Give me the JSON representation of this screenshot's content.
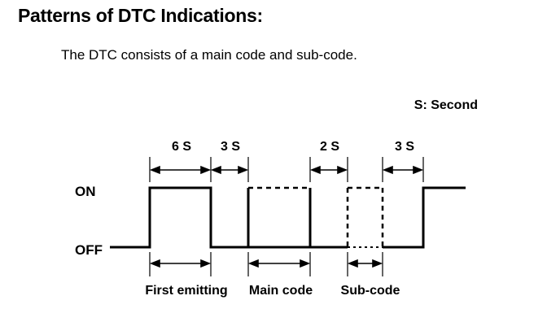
{
  "title": "Patterns of DTC Indications:",
  "intro": "The DTC consists of a main code and sub-code.",
  "unit_note": "S: Second",
  "levels": {
    "on": "ON",
    "off": "OFF"
  },
  "durations": [
    "6 S",
    "3 S",
    "2 S",
    "3 S"
  ],
  "phases": [
    "First emitting",
    "Main code",
    "Sub-code"
  ],
  "line_color": "#000000"
}
